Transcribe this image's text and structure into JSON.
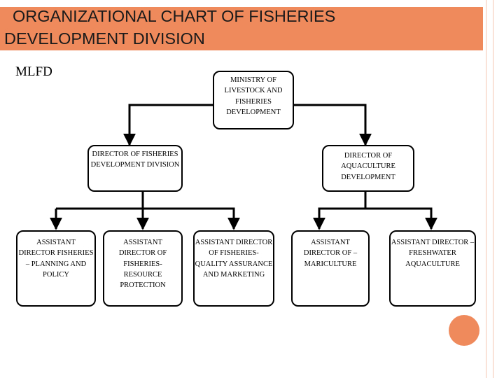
{
  "slide": {
    "title_line1": "ORGANIZATIONAL CHART OF FISHERIES",
    "title_line2": "DEVELOPMENT DIVISION",
    "subtitle": "MLFD",
    "accent_color": "#ef8a5d"
  },
  "chart": {
    "ministry": "MINISTRY OF LIVESTOCK AND FISHERIES DEVELOPMENT",
    "directors": [
      "DIRECTOR OF FISHERIES DEVELOPMENT DIVISION",
      "DIRECTOR OF AQUACULTURE DEVELOPMENT"
    ],
    "assistants": [
      "ASSISTANT DIRECTOR FISHERIES – PLANNING AND POLICY",
      "ASSISTANT DIRECTOR OF FISHERIES-RESOURCE PROTECTION",
      "ASSISTANT DIRECTOR OF FISHERIES-QUALITY ASSURANCE AND MARKETING",
      "ASSISTANT DIRECTOR OF – MARICULTURE",
      "ASSISTANT DIRECTOR – FRESHWATER AQUACULTURE"
    ]
  }
}
